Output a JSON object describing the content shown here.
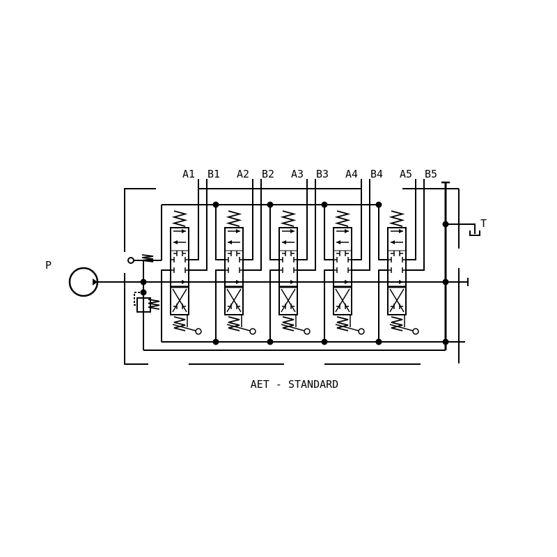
{
  "diagram": {
    "title": "AET - STANDARD",
    "pump_label": "P",
    "tank_label": "T",
    "sections": [
      {
        "a": "A1",
        "b": "B1"
      },
      {
        "a": "A2",
        "b": "B2"
      },
      {
        "a": "A3",
        "b": "B3"
      },
      {
        "a": "A4",
        "b": "B4"
      },
      {
        "a": "A5",
        "b": "B5"
      }
    ],
    "line_color": "#000000"
  }
}
